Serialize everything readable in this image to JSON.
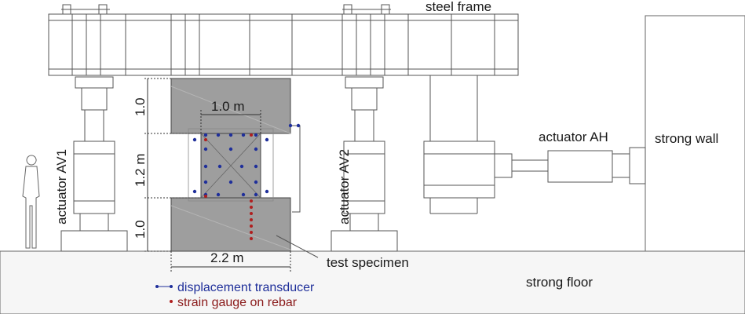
{
  "labels": {
    "steel_frame": "steel frame",
    "strong_wall": "strong wall",
    "strong_floor": "strong floor",
    "actuator_av1": "actuator AV1",
    "actuator_av2": "actuator AV2",
    "actuator_ah": "actuator AH",
    "test_specimen": "test specimen"
  },
  "dimensions": {
    "top_block_height": "1.0",
    "wall_height": "1.2 m",
    "bottom_block_height": "1.0",
    "wall_width": "1.0 m",
    "block_width": "2.2 m"
  },
  "legend": {
    "displacement": "displacement transducer",
    "strain": "strain gauge on rebar"
  },
  "colors": {
    "concrete": "#9e9e9e",
    "transducer": "#1f2f9a",
    "strain_gauge": "#b01e1e",
    "line": "#555555",
    "floor_fill": "#f6f6f6"
  }
}
